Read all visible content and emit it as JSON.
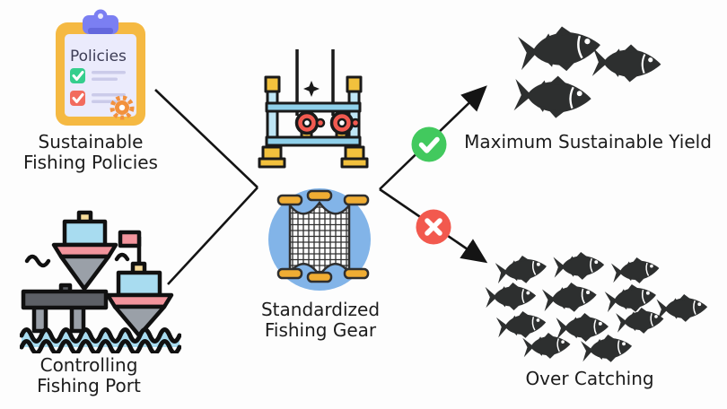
{
  "canvas": {
    "background": "#fdfdfd"
  },
  "nodes": {
    "sustainable_policies": {
      "label": [
        "Sustainable",
        "Fishing Policies"
      ],
      "clipboard_text": "Policies"
    },
    "controlling_port": {
      "label": [
        "Controlling",
        "Fishing Port"
      ]
    },
    "standardized_gear": {
      "label": [
        "Standardized",
        "Fishing Gear"
      ]
    },
    "maximum_sustainable_yield": {
      "label": "Maximum Sustainable Yield",
      "fish_count": 3
    },
    "over_catching": {
      "label": "Over Catching",
      "fish_count": 12
    }
  },
  "connectors": {
    "inputs_to_gear": [
      "sustainable_policies",
      "controlling_port"
    ],
    "positive": {
      "to": "maximum_sustainable_yield",
      "marker": "check-in-circle",
      "color": "#42c95e"
    },
    "negative": {
      "to": "over_catching",
      "marker": "cross-in-circle",
      "color": "#f2594e"
    }
  },
  "colors": {
    "line": "#141414",
    "text": "#1c1c1c",
    "fish": "#2d2f2f",
    "clipboard_board": "#f5b942",
    "clipboard_clip": "#7b7ff2",
    "checkbox_green": "#34ce8d",
    "checkbox_red": "#f26b5e",
    "gear_orange": "#f2913d",
    "rack_blue": "#8fd0ea",
    "rack_yellow": "#f2c13d",
    "reel_red": "#f25a50",
    "net_circle": "#82b4e8",
    "float_yellow": "#f0ad33",
    "water_blue": "#a8dcf0",
    "boat_pink": "#f2949c",
    "hull_gray": "#9aa0a8",
    "dock_gray": "#5d6066"
  }
}
